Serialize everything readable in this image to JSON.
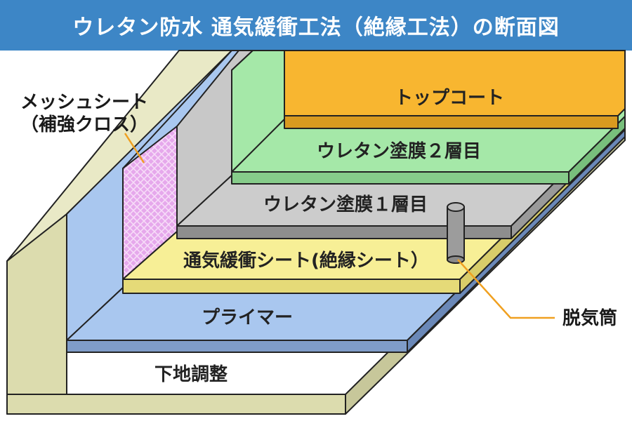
{
  "title": "ウレタン防水 通気緩衝工法（絶縁工法）の断面図",
  "labels": {
    "topcoat": "トップコート",
    "urethane2": "ウレタン塗膜２層目",
    "urethane1": "ウレタン塗膜１層目",
    "sheet": "通気緩衝シート(絶縁シート）",
    "primer": "プライマー",
    "base": "下地調整",
    "mesh_line1": "メッシュシート",
    "mesh_line2": "（補強クロス）",
    "vent": "脱気筒"
  },
  "colors": {
    "header": "#3d86c6",
    "topcoat": "#f8b630",
    "urethane2": "#a5e8a8",
    "urethane1": "#c8c8c8",
    "sheet": "#f7ef96",
    "primer": "#a9c7ef",
    "base": "#dcdcae",
    "mesh": "#e6a8ec",
    "leader": "#f0a020"
  }
}
